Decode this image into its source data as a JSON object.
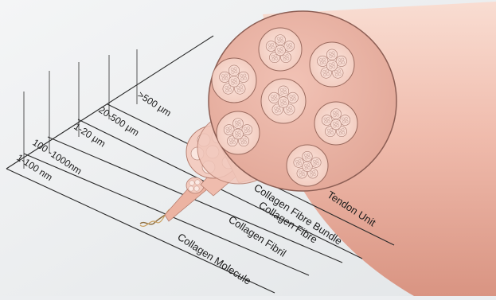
{
  "colors": {
    "background": "#eceef0",
    "tissue_light": "#f6d2c6",
    "tissue_mid": "#ecaf9d",
    "tissue_dark": "#c98674",
    "outline": "#6b4a45",
    "guide_line": "#333333"
  },
  "scales": [
    {
      "id": "molecule",
      "label": "1-100 nm"
    },
    {
      "id": "fibril",
      "label": "100 -1000nm"
    },
    {
      "id": "fibre",
      "label": "1-20 μm"
    },
    {
      "id": "bundle",
      "label": "20-500 μm"
    },
    {
      "id": "tendon",
      "label": ">500 μm"
    }
  ],
  "structures": [
    {
      "id": "molecule",
      "label": "Collagen Molecule"
    },
    {
      "id": "fibril",
      "label": "Collagen Fibril"
    },
    {
      "id": "fibre",
      "label": "Collagen Fibre"
    },
    {
      "id": "bundle",
      "label": "Collagen Fibre Bundle"
    },
    {
      "id": "tendon",
      "label": "Tendon Unit"
    }
  ]
}
